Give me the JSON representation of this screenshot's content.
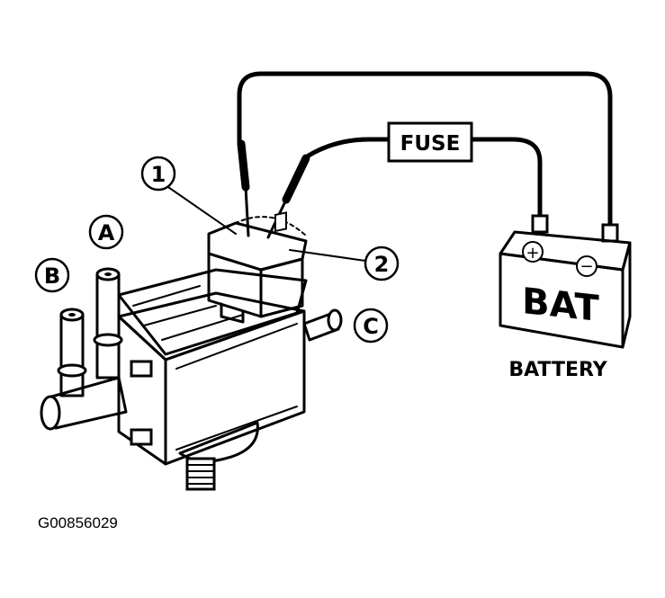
{
  "labels": {
    "callout_1": "1",
    "callout_2": "2",
    "callout_a": "A",
    "callout_b": "B",
    "callout_c": "C",
    "fuse": "FUSE",
    "battery_body": "BAT",
    "battery_plus": "+",
    "battery_minus": "−",
    "battery_caption": "BATTERY"
  },
  "figure_id": "G00856029"
}
